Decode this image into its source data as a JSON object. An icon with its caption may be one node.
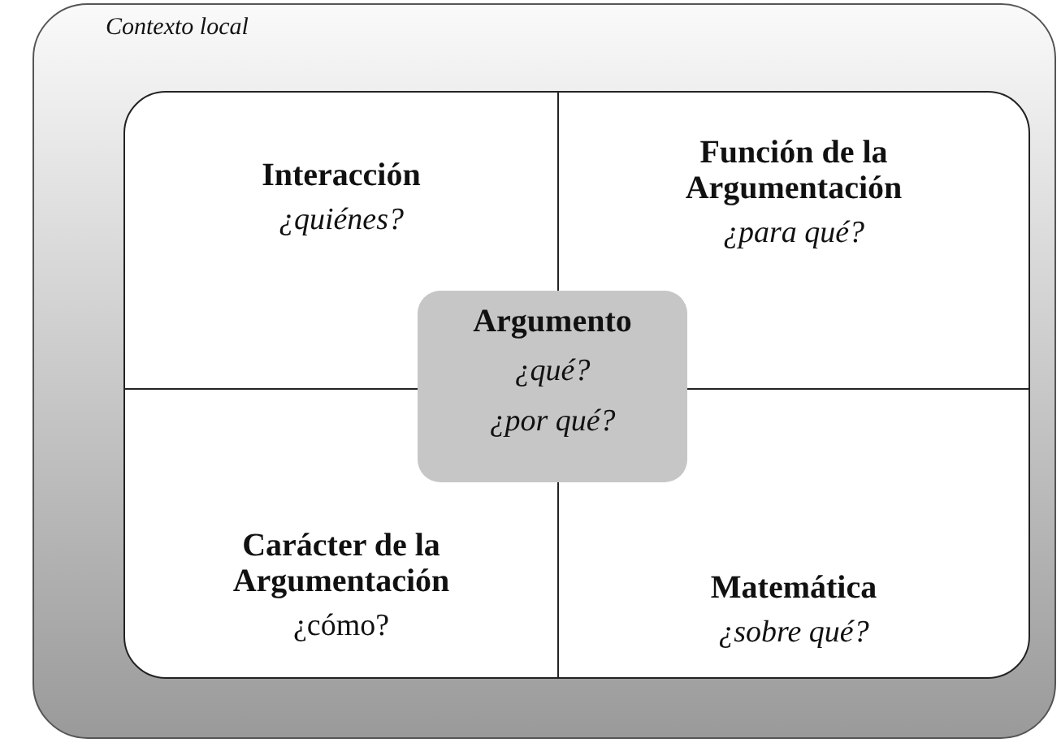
{
  "diagram": {
    "nodes": [
      {
        "text": [
          "Contexto local"
        ]
      },
      {
        "text": [],
        "shape": "box",
        "in": 0
      },
      {
        "text": [
          "Interacción",
          "¿quiénes?"
        ],
        "in": 1
      },
      {
        "text": [
          "Función de la Argumentación",
          "¿para qué?"
        ],
        "in": 1
      },
      {
        "text": [
          "Carácter de la Argumentación",
          "¿cómo?"
        ],
        "in": 1
      },
      {
        "text": [
          "Matemática",
          "¿sobre qué?"
        ],
        "in": 1
      },
      {
        "text": [
          "Argumento",
          "¿qué?",
          "¿por qué?"
        ],
        "in": 1
      }
    ]
  }
}
